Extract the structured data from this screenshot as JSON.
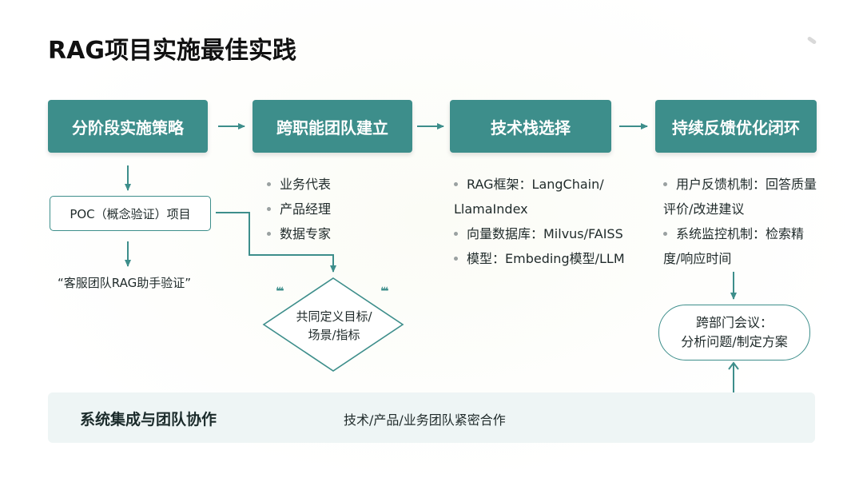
{
  "title": "RAG项目实施最佳实践",
  "stages": [
    {
      "label": "分阶段实施策略"
    },
    {
      "label": "跨职能团队建立"
    },
    {
      "label": "技术栈选择"
    },
    {
      "label": "持续反馈优化闭环"
    }
  ],
  "poc": {
    "box": "POC（概念验证）项目",
    "example": "“客服团队RAG助手验证”"
  },
  "team": {
    "members": [
      "业务代表",
      "产品经理",
      "数据专家"
    ],
    "goal_line1": "共同定义目标/",
    "goal_line2": "场景/指标"
  },
  "tech": {
    "items": [
      {
        "line1": "RAG框架：LangChain/",
        "line2": "LlamaIndex"
      },
      {
        "line1": "向量数据库：Milvus/FAISS"
      },
      {
        "line1": "模型：Embeding模型/LLM"
      }
    ]
  },
  "loop": {
    "items": [
      {
        "line1": "用户反馈机制：回答质量",
        "line2": "评价/改进建议"
      },
      {
        "line1": "系统监控机制：检索精",
        "line2": "度/响应时间"
      }
    ],
    "meeting_line1": "跨部门会议：",
    "meeting_line2": "分析问题/制定方案"
  },
  "integration": {
    "title": "系统集成与团队协作",
    "text": "技术/产品/业务团队紧密合作"
  },
  "colors": {
    "accent": "#3d8e8b",
    "band": "#eef5f5"
  }
}
